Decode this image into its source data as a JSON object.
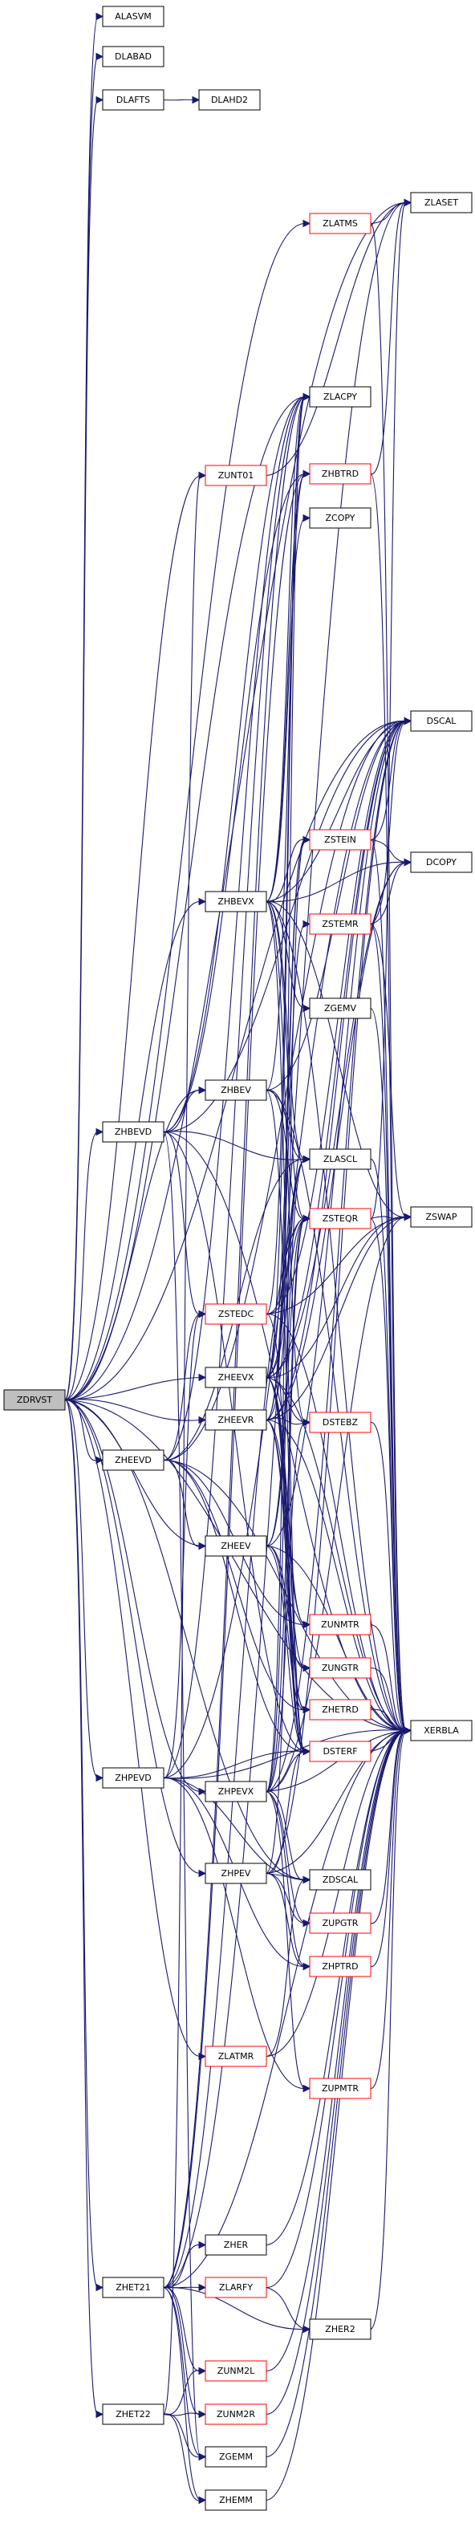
{
  "colors": {
    "edge": "#191970",
    "node_border_normal": "#000000",
    "node_border_red": "#ff0000",
    "root_fill": "#bfbfbf",
    "node_fill": "#ffffff"
  },
  "nodes": [
    {
      "id": "ZDRVST",
      "label": "ZDRVST",
      "style": "root"
    },
    {
      "id": "ALASVM",
      "label": "ALASVM",
      "style": "normal"
    },
    {
      "id": "DLABAD",
      "label": "DLABAD",
      "style": "normal"
    },
    {
      "id": "DLAFTS",
      "label": "DLAFTS",
      "style": "normal"
    },
    {
      "id": "DLAHD2",
      "label": "DLAHD2",
      "style": "normal"
    },
    {
      "id": "ZLATMS",
      "label": "ZLATMS",
      "style": "red"
    },
    {
      "id": "ZLASET",
      "label": "ZLASET",
      "style": "normal"
    },
    {
      "id": "ZLACPY",
      "label": "ZLACPY",
      "style": "normal"
    },
    {
      "id": "ZUNT01",
      "label": "ZUNT01",
      "style": "red"
    },
    {
      "id": "ZHBTRD",
      "label": "ZHBTRD",
      "style": "red"
    },
    {
      "id": "ZCOPY",
      "label": "ZCOPY",
      "style": "normal"
    },
    {
      "id": "DSCAL",
      "label": "DSCAL",
      "style": "normal"
    },
    {
      "id": "ZSTEIN",
      "label": "ZSTEIN",
      "style": "red"
    },
    {
      "id": "DCOPY",
      "label": "DCOPY",
      "style": "normal"
    },
    {
      "id": "ZHBEVX",
      "label": "ZHBEVX",
      "style": "normal"
    },
    {
      "id": "ZSTEMR",
      "label": "ZSTEMR",
      "style": "red"
    },
    {
      "id": "ZGEMV",
      "label": "ZGEMV",
      "style": "normal"
    },
    {
      "id": "ZHBEV",
      "label": "ZHBEV",
      "style": "normal"
    },
    {
      "id": "ZHBEVD",
      "label": "ZHBEVD",
      "style": "normal"
    },
    {
      "id": "ZLASCL",
      "label": "ZLASCL",
      "style": "normal"
    },
    {
      "id": "ZSTEQR",
      "label": "ZSTEQR",
      "style": "red"
    },
    {
      "id": "ZSWAP",
      "label": "ZSWAP",
      "style": "normal"
    },
    {
      "id": "ZSTEDC",
      "label": "ZSTEDC",
      "style": "red"
    },
    {
      "id": "ZHEEVX",
      "label": "ZHEEVX",
      "style": "normal"
    },
    {
      "id": "ZHEEVR",
      "label": "ZHEEVR",
      "style": "normal"
    },
    {
      "id": "DSTEBZ",
      "label": "DSTEBZ",
      "style": "red"
    },
    {
      "id": "ZHEEVD",
      "label": "ZHEEVD",
      "style": "normal"
    },
    {
      "id": "ZHEEV",
      "label": "ZHEEV",
      "style": "normal"
    },
    {
      "id": "ZUNMTR",
      "label": "ZUNMTR",
      "style": "red"
    },
    {
      "id": "ZUNGTR",
      "label": "ZUNGTR",
      "style": "red"
    },
    {
      "id": "ZHETRD",
      "label": "ZHETRD",
      "style": "red"
    },
    {
      "id": "XERBLA",
      "label": "XERBLA",
      "style": "normal"
    },
    {
      "id": "ZHPEVD",
      "label": "ZHPEVD",
      "style": "normal"
    },
    {
      "id": "ZHPEVX",
      "label": "ZHPEVX",
      "style": "normal"
    },
    {
      "id": "DSTERF",
      "label": "DSTERF",
      "style": "red"
    },
    {
      "id": "ZHPEV",
      "label": "ZHPEV",
      "style": "normal"
    },
    {
      "id": "ZDSCAL",
      "label": "ZDSCAL",
      "style": "normal"
    },
    {
      "id": "ZUPGTR",
      "label": "ZUPGTR",
      "style": "red"
    },
    {
      "id": "ZHPTRD",
      "label": "ZHPTRD",
      "style": "red"
    },
    {
      "id": "ZLATMR",
      "label": "ZLATMR",
      "style": "red"
    },
    {
      "id": "ZUPMTR",
      "label": "ZUPMTR",
      "style": "red"
    },
    {
      "id": "ZHER",
      "label": "ZHER",
      "style": "normal"
    },
    {
      "id": "ZHET21",
      "label": "ZHET21",
      "style": "normal"
    },
    {
      "id": "ZLARFY",
      "label": "ZLARFY",
      "style": "red"
    },
    {
      "id": "ZHER2",
      "label": "ZHER2",
      "style": "normal"
    },
    {
      "id": "ZUNM2L",
      "label": "ZUNM2L",
      "style": "red"
    },
    {
      "id": "ZHET22",
      "label": "ZHET22",
      "style": "normal"
    },
    {
      "id": "ZUNM2R",
      "label": "ZUNM2R",
      "style": "red"
    },
    {
      "id": "ZGEMM",
      "label": "ZGEMM",
      "style": "normal"
    },
    {
      "id": "ZHEMM",
      "label": "ZHEMM",
      "style": "normal"
    }
  ],
  "edges": [
    [
      "ZDRVST",
      "ALASVM"
    ],
    [
      "ZDRVST",
      "DLABAD"
    ],
    [
      "ZDRVST",
      "DLAFTS"
    ],
    [
      "ZDRVST",
      "ZLATMS"
    ],
    [
      "ZDRVST",
      "ZLASET"
    ],
    [
      "ZDRVST",
      "ZLACPY"
    ],
    [
      "ZDRVST",
      "ZUNT01"
    ],
    [
      "ZDRVST",
      "DSCAL"
    ],
    [
      "ZDRVST",
      "ZHBEVX"
    ],
    [
      "ZDRVST",
      "ZHBEV"
    ],
    [
      "ZDRVST",
      "ZHBEVD"
    ],
    [
      "ZDRVST",
      "ZHEEVX"
    ],
    [
      "ZDRVST",
      "ZHEEVR"
    ],
    [
      "ZDRVST",
      "ZHEEVD"
    ],
    [
      "ZDRVST",
      "ZHEEV"
    ],
    [
      "ZDRVST",
      "ZHPEVD"
    ],
    [
      "ZDRVST",
      "ZHPEVX"
    ],
    [
      "ZDRVST",
      "ZHPEV"
    ],
    [
      "ZDRVST",
      "ZLATMR"
    ],
    [
      "ZDRVST",
      "ZHET21"
    ],
    [
      "ZDRVST",
      "ZHET22"
    ],
    [
      "ZDRVST",
      "XERBLA"
    ],
    [
      "ZDRVST",
      "ZDSCAL"
    ],
    [
      "DLAFTS",
      "DLAHD2"
    ],
    [
      "ZLATMS",
      "ZLASET"
    ],
    [
      "ZLATMS",
      "XERBLA"
    ],
    [
      "ZUNT01",
      "ZLASET"
    ],
    [
      "ZHBTRD",
      "ZLASET"
    ],
    [
      "ZHBTRD",
      "XERBLA"
    ],
    [
      "ZSTEIN",
      "DCOPY"
    ],
    [
      "ZSTEIN",
      "XERBLA"
    ],
    [
      "ZSTEIN",
      "DSCAL"
    ],
    [
      "ZSTEMR",
      "DCOPY"
    ],
    [
      "ZSTEMR",
      "DSCAL"
    ],
    [
      "ZSTEMR",
      "ZSWAP"
    ],
    [
      "ZSTEMR",
      "XERBLA"
    ],
    [
      "ZGEMV",
      "XERBLA"
    ],
    [
      "ZHBEVX",
      "ZLACPY"
    ],
    [
      "ZHBEVX",
      "ZHBTRD"
    ],
    [
      "ZHBEVX",
      "ZCOPY"
    ],
    [
      "ZHBEVX",
      "DSCAL"
    ],
    [
      "ZHBEVX",
      "ZSTEIN"
    ],
    [
      "ZHBEVX",
      "DCOPY"
    ],
    [
      "ZHBEVX",
      "ZGEMV"
    ],
    [
      "ZHBEVX",
      "ZLASCL"
    ],
    [
      "ZHBEVX",
      "ZSTEQR"
    ],
    [
      "ZHBEVX",
      "ZSWAP"
    ],
    [
      "ZHBEVX",
      "DSTEBZ"
    ],
    [
      "ZHBEVX",
      "DSTERF"
    ],
    [
      "ZHBEVX",
      "XERBLA"
    ],
    [
      "ZHBEV",
      "ZHBTRD"
    ],
    [
      "ZHBEV",
      "DSCAL"
    ],
    [
      "ZHBEV",
      "ZLASCL"
    ],
    [
      "ZHBEV",
      "ZSTEQR"
    ],
    [
      "ZHBEV",
      "DSTERF"
    ],
    [
      "ZHBEV",
      "XERBLA"
    ],
    [
      "ZHBEVD",
      "ZHBEV"
    ],
    [
      "ZHBEVD",
      "ZLACPY"
    ],
    [
      "ZHBEVD",
      "ZHBTRD"
    ],
    [
      "ZHBEVD",
      "ZLASCL"
    ],
    [
      "ZHBEVD",
      "ZSTEDC"
    ],
    [
      "ZHBEVD",
      "DSTERF"
    ],
    [
      "ZHBEVD",
      "DSCAL"
    ],
    [
      "ZHBEVD",
      "ZGEMM"
    ],
    [
      "ZHBEVD",
      "XERBLA"
    ],
    [
      "ZLASCL",
      "XERBLA"
    ],
    [
      "ZSTEQR",
      "ZSWAP"
    ],
    [
      "ZSTEQR",
      "ZLASET"
    ],
    [
      "ZSTEQR",
      "XERBLA"
    ],
    [
      "ZSTEDC",
      "ZLACPY"
    ],
    [
      "ZSTEDC",
      "ZSTEQR"
    ],
    [
      "ZSTEDC",
      "DSTERF"
    ],
    [
      "ZSTEDC",
      "ZSWAP"
    ],
    [
      "ZSTEDC",
      "XERBLA"
    ],
    [
      "ZSTEDC",
      "DSCAL"
    ],
    [
      "ZHEEVX",
      "ZLACPY"
    ],
    [
      "ZHEEVX",
      "DSCAL"
    ],
    [
      "ZHEEVX",
      "ZSTEIN"
    ],
    [
      "ZHEEVX",
      "DCOPY"
    ],
    [
      "ZHEEVX",
      "ZLASCL"
    ],
    [
      "ZHEEVX",
      "ZSTEQR"
    ],
    [
      "ZHEEVX",
      "ZSWAP"
    ],
    [
      "ZHEEVX",
      "DSTEBZ"
    ],
    [
      "ZHEEVX",
      "ZUNMTR"
    ],
    [
      "ZHEEVX",
      "ZUNGTR"
    ],
    [
      "ZHEEVX",
      "ZHETRD"
    ],
    [
      "ZHEEVX",
      "DSTERF"
    ],
    [
      "ZHEEVX",
      "XERBLA"
    ],
    [
      "ZHEEVR",
      "DSCAL"
    ],
    [
      "ZHEEVR",
      "ZSTEIN"
    ],
    [
      "ZHEEVR",
      "DCOPY"
    ],
    [
      "ZHEEVR",
      "ZSTEMR"
    ],
    [
      "ZHEEVR",
      "ZSWAP"
    ],
    [
      "ZHEEVR",
      "DSTEBZ"
    ],
    [
      "ZHEEVR",
      "ZUNMTR"
    ],
    [
      "ZHEEVR",
      "ZHETRD"
    ],
    [
      "ZHEEVR",
      "DSTERF"
    ],
    [
      "ZHEEVR",
      "XERBLA"
    ],
    [
      "ZHEEVR",
      "ZLASCL"
    ],
    [
      "DSTEBZ",
      "XERBLA"
    ],
    [
      "ZHEEVD",
      "ZHEEV"
    ],
    [
      "ZHEEVD",
      "ZLACPY"
    ],
    [
      "ZHEEVD",
      "ZLASCL"
    ],
    [
      "ZHEEVD",
      "ZSTEDC"
    ],
    [
      "ZHEEVD",
      "ZUNMTR"
    ],
    [
      "ZHEEVD",
      "ZHETRD"
    ],
    [
      "ZHEEVD",
      "DSTERF"
    ],
    [
      "ZHEEVD",
      "DSCAL"
    ],
    [
      "ZHEEVD",
      "XERBLA"
    ],
    [
      "ZHEEV",
      "DSCAL"
    ],
    [
      "ZHEEV",
      "ZLASCL"
    ],
    [
      "ZHEEV",
      "ZSTEQR"
    ],
    [
      "ZHEEV",
      "ZUNGTR"
    ],
    [
      "ZHEEV",
      "ZHETRD"
    ],
    [
      "ZHEEV",
      "DSTERF"
    ],
    [
      "ZHEEV",
      "XERBLA"
    ],
    [
      "ZUNMTR",
      "XERBLA"
    ],
    [
      "ZUNGTR",
      "XERBLA"
    ],
    [
      "ZHETRD",
      "XERBLA"
    ],
    [
      "DSTERF",
      "XERBLA"
    ],
    [
      "ZHPEVD",
      "ZLACPY"
    ],
    [
      "ZHPEVD",
      "ZSTEDC"
    ],
    [
      "ZHPEVD",
      "DSTERF"
    ],
    [
      "ZHPEVD",
      "ZDSCAL"
    ],
    [
      "ZHPEVD",
      "ZHPTRD"
    ],
    [
      "ZHPEVD",
      "ZUPMTR"
    ],
    [
      "ZHPEVD",
      "DSCAL"
    ],
    [
      "ZHPEVD",
      "XERBLA"
    ],
    [
      "ZHPEVX",
      "ZLACPY"
    ],
    [
      "ZHPEVX",
      "ZSTEIN"
    ],
    [
      "ZHPEVX",
      "ZSTEQR"
    ],
    [
      "ZHPEVX",
      "DSTEBZ"
    ],
    [
      "ZHPEVX",
      "DSTERF"
    ],
    [
      "ZHPEVX",
      "ZDSCAL"
    ],
    [
      "ZHPEVX",
      "ZUPGTR"
    ],
    [
      "ZHPEVX",
      "ZHPTRD"
    ],
    [
      "ZHPEVX",
      "ZUPMTR"
    ],
    [
      "ZHPEVX",
      "ZSWAP"
    ],
    [
      "ZHPEVX",
      "DSCAL"
    ],
    [
      "ZHPEVX",
      "XERBLA"
    ],
    [
      "ZHPEV",
      "ZSTEQR"
    ],
    [
      "ZHPEV",
      "DSTERF"
    ],
    [
      "ZHPEV",
      "ZDSCAL"
    ],
    [
      "ZHPEV",
      "ZUPGTR"
    ],
    [
      "ZHPEV",
      "ZHPTRD"
    ],
    [
      "ZHPEV",
      "DSCAL"
    ],
    [
      "ZHPEV",
      "XERBLA"
    ],
    [
      "ZUPGTR",
      "XERBLA"
    ],
    [
      "ZHPTRD",
      "XERBLA"
    ],
    [
      "ZUPMTR",
      "XERBLA"
    ],
    [
      "ZLATMR",
      "ZDSCAL"
    ],
    [
      "ZLATMR",
      "XERBLA"
    ],
    [
      "ZHER",
      "XERBLA"
    ],
    [
      "ZHER2",
      "XERBLA"
    ],
    [
      "ZLARFY",
      "ZHER2"
    ],
    [
      "ZLARFY",
      "XERBLA"
    ],
    [
      "ZUNM2L",
      "XERBLA"
    ],
    [
      "ZUNM2R",
      "XERBLA"
    ],
    [
      "ZGEMM",
      "XERBLA"
    ],
    [
      "ZHEMM",
      "XERBLA"
    ],
    [
      "ZHET21",
      "ZLACPY"
    ],
    [
      "ZHET21",
      "ZLASET"
    ],
    [
      "ZHET21",
      "ZHER"
    ],
    [
      "ZHET21",
      "ZLARFY"
    ],
    [
      "ZHET21",
      "ZHER2"
    ],
    [
      "ZHET21",
      "ZUNM2L"
    ],
    [
      "ZHET21",
      "ZUNM2R"
    ],
    [
      "ZHET21",
      "ZGEMM"
    ],
    [
      "ZHET21",
      "ZHEMM"
    ],
    [
      "ZHET21",
      "ZHBTRD"
    ],
    [
      "ZHET21",
      "ZSTEQR"
    ],
    [
      "ZHET21",
      "XERBLA"
    ],
    [
      "ZHET22",
      "ZGEMM"
    ],
    [
      "ZHET22",
      "ZHEMM"
    ],
    [
      "ZHET22",
      "ZUNM2L"
    ],
    [
      "ZHET22",
      "ZUNM2R"
    ],
    [
      "ZHET22",
      "ZUNT01"
    ]
  ]
}
